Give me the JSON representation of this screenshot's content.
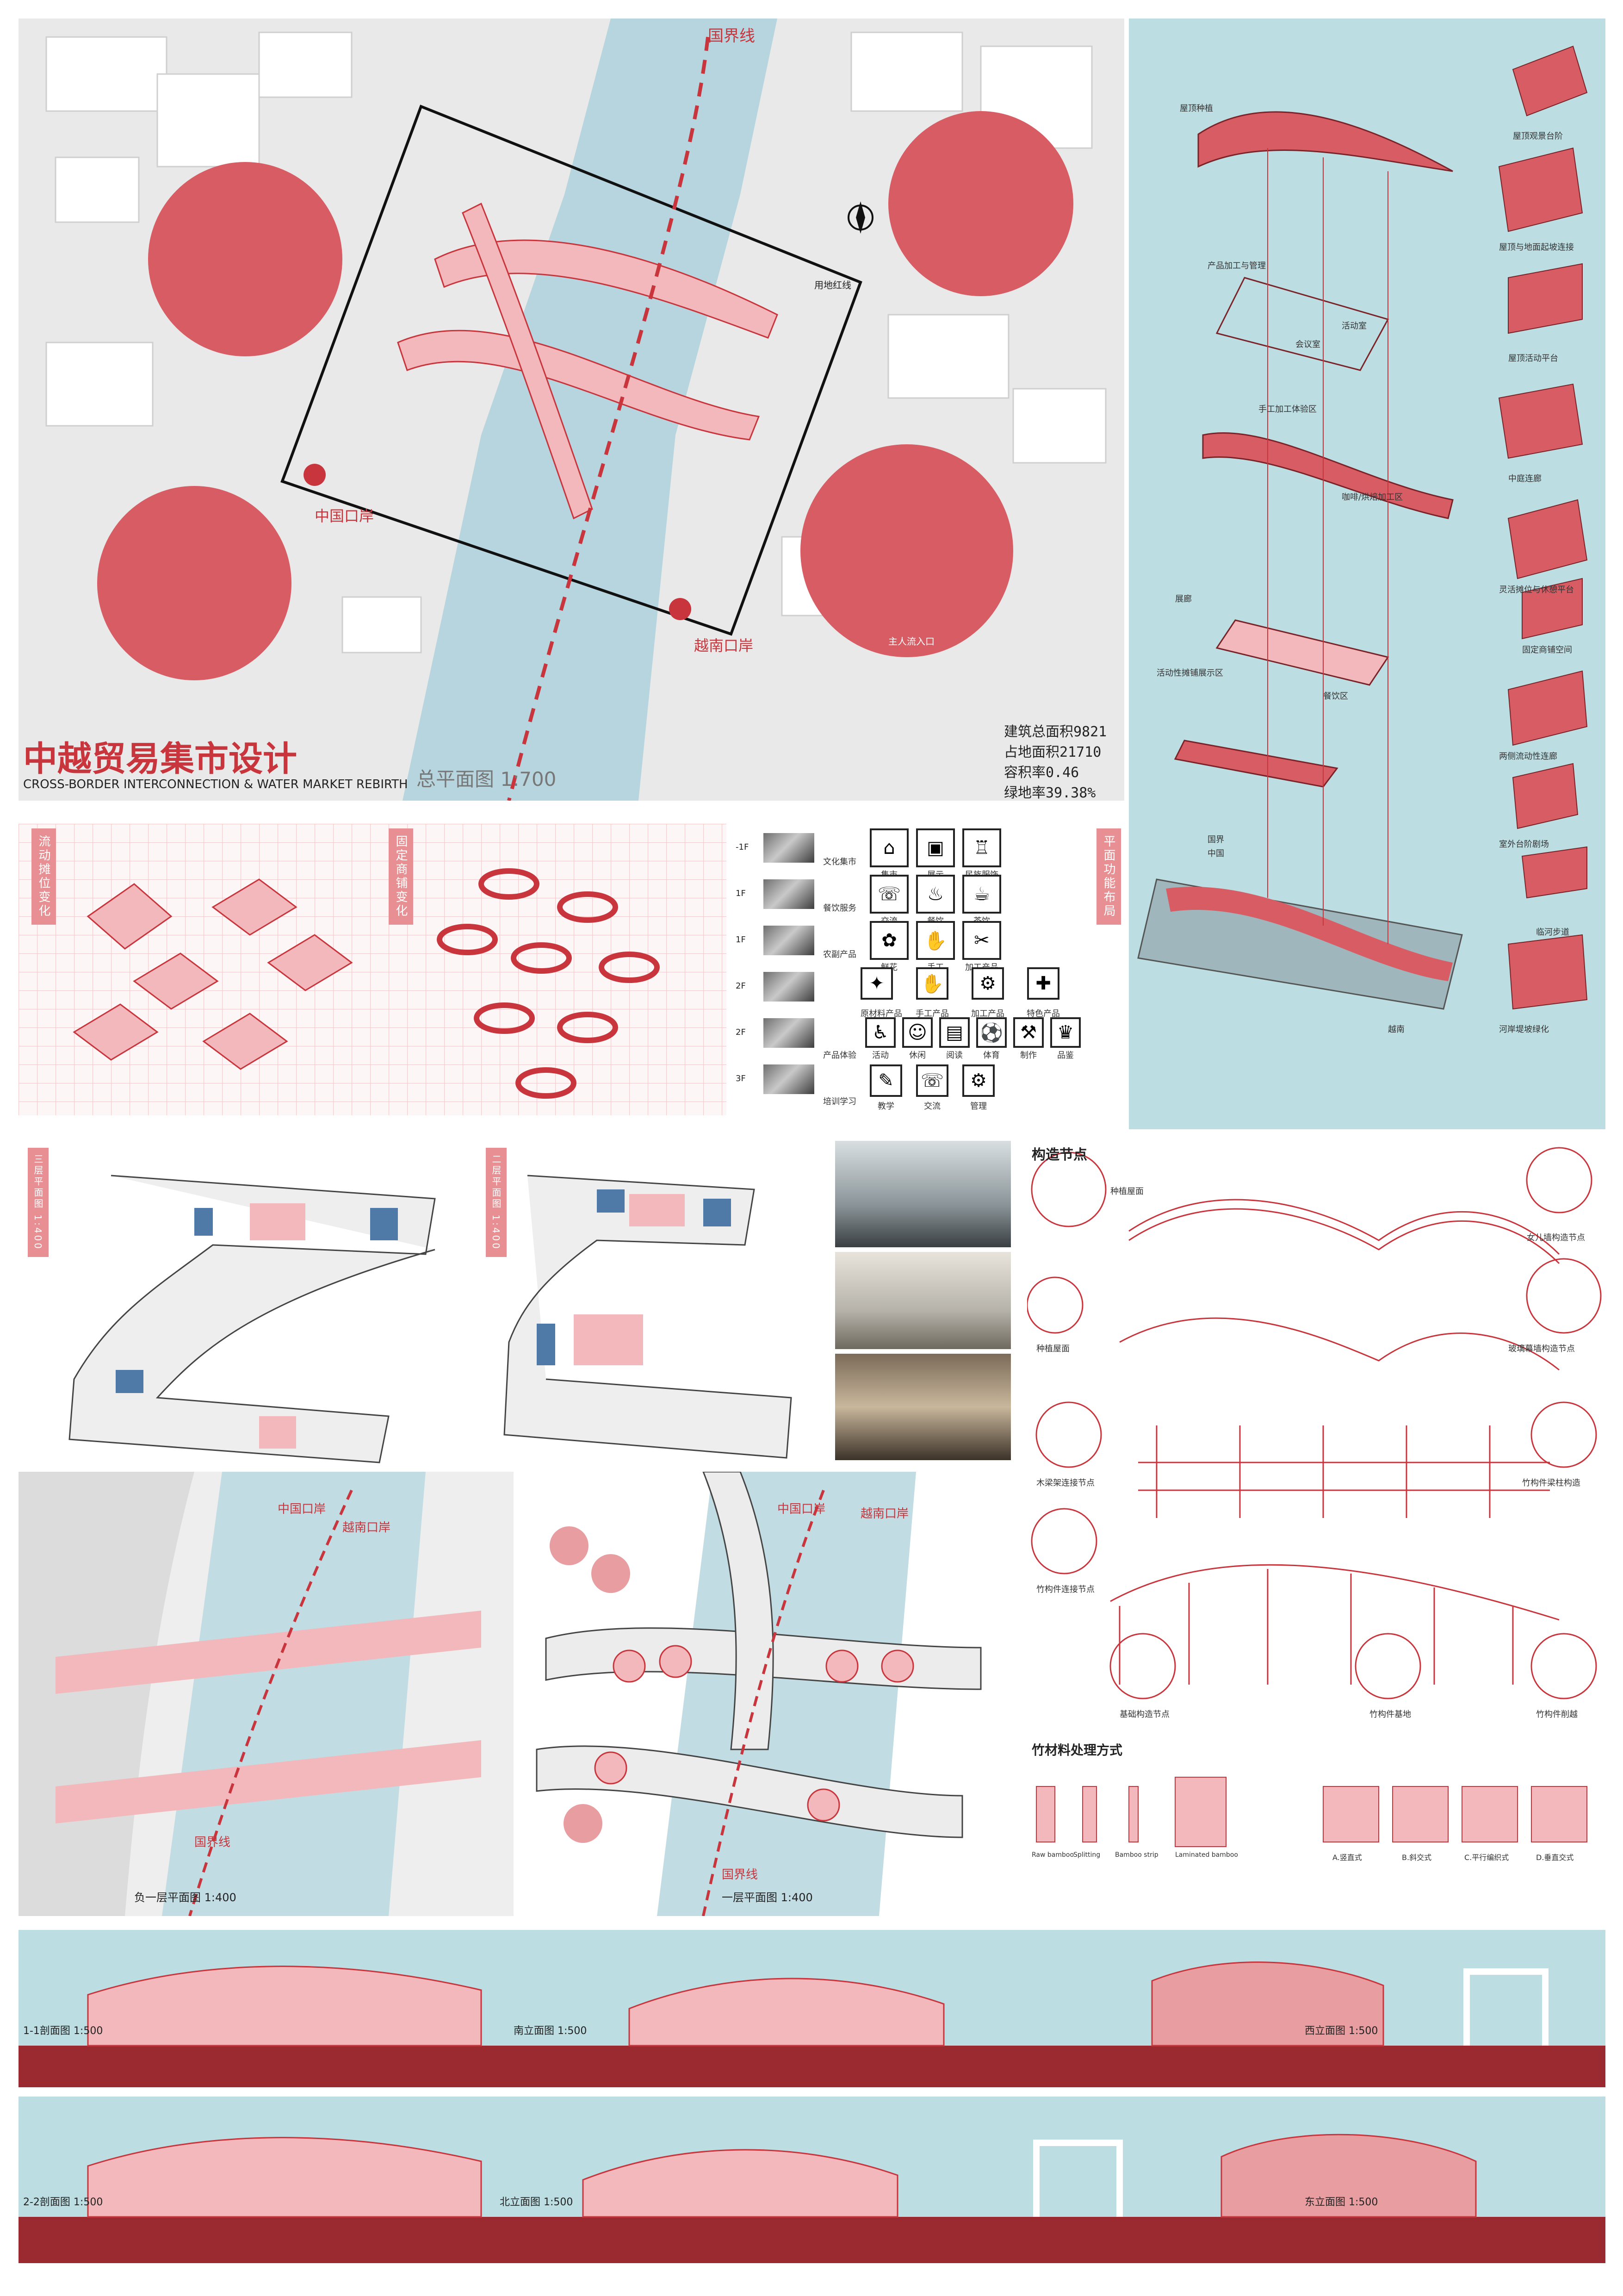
{
  "site_plan": {
    "title_cn": "中越贸易集市设计",
    "title_en": "CROSS-BORDER INTERCONNECTION & WATER MARKET REBIRTH",
    "plan_label": "总平面图 1:700",
    "border_label": "国界线",
    "china_port": "中国口岸",
    "vietnam_port": "越南口岸",
    "redline_label": "用地红线",
    "entrance_label": "主人流入口",
    "stats": [
      "建筑总面积9821",
      "占地面积21710",
      "容积率0.46",
      "绿地率39.38%"
    ]
  },
  "axon": {
    "labels": [
      "屋顶种植",
      "屋顶观景台阶",
      "屋顶与地面起坡连接",
      "产品加工与管理",
      "会议室",
      "活动室",
      "屋顶活动平台",
      "手工加工体验区",
      "咖啡/烘焙加工区",
      "中庭连廊",
      "展廊",
      "灵活摊位与休憩平台",
      "固定商铺空间",
      "两侧流动性连廊",
      "活动性摊铺展示区",
      "餐饮区",
      "室外台阶剧场",
      "临河步道",
      "河岸堤坡绿化",
      "国界",
      "中国",
      "越南"
    ]
  },
  "stalls": {
    "mobile_tag": "流动摊位变化",
    "fixed_tag": "固定商铺变化"
  },
  "function": {
    "tag": "平面功能布局",
    "floors": [
      "-1F",
      "1F",
      "1F",
      "2F",
      "2F",
      "3F"
    ],
    "rows": [
      [
        "文化集市",
        "集市",
        "展示",
        "民族服饰"
      ],
      [
        "餐饮服务",
        "交流",
        "餐饮",
        "茶饮"
      ],
      [
        "农副产品",
        "鲜花",
        "手工",
        "加工产品"
      ],
      [
        "原材料产品",
        "手工产品",
        "加工产品",
        "特色产品"
      ],
      [
        "产品体验",
        "活动",
        "休闲",
        "阅读",
        "体育",
        "制作",
        "品鉴"
      ],
      [
        "培训学习",
        "教学",
        "交流",
        "管理"
      ]
    ]
  },
  "floor_plans": {
    "third": "三层平面图 1:400",
    "second": "二层平面图 1:400",
    "b1": "负一层平面图 1:400",
    "first": "一层平面图 1:400",
    "china_port": "中国口岸",
    "vietnam_port": "越南口岸",
    "border": "国界线"
  },
  "construction": {
    "title": "构造节点",
    "labels": [
      "种植屋面",
      "女儿墙构造节点",
      "玻璃幕墙构造节点",
      "种植屋面",
      "木梁架连接节点",
      "竹构件梁柱构造",
      "竹构件连接节点",
      "基础构造节点",
      "竹构件基地",
      "竹构件削越"
    ],
    "bamboo_title": "竹材料处理方式",
    "bamboo_steps": [
      "Raw bamboo",
      "Splitting",
      "Bamboo strip",
      "Laminated bamboo",
      "A.竖直式",
      "B.斜交式",
      "C.平行编织式",
      "D.垂直交式"
    ]
  },
  "elevations": {
    "s11": "1-1剖面图 1:500",
    "south": "南立面图 1:500",
    "west": "西立面图 1:500",
    "s22": "2-2剖面图 1:500",
    "north": "北立面图 1:500",
    "east": "东立面图 1:500"
  },
  "colors": {
    "accent": "#c8353c",
    "pink": "#f2b8bb",
    "water": "#b7d5de",
    "dark_red": "#9b2a30"
  }
}
